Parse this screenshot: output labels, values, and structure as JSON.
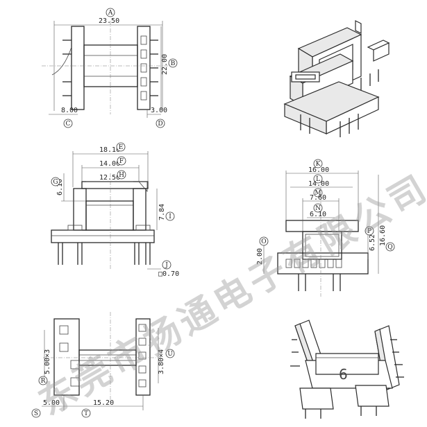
{
  "dimensions": {
    "A": {
      "letter": "A",
      "value": "23.50"
    },
    "B": {
      "letter": "B",
      "value": "22.00"
    },
    "C": {
      "letter": "C",
      "value": "8.00"
    },
    "D": {
      "letter": "D",
      "value": "3.00"
    },
    "E": {
      "letter": "E",
      "value": "18.10"
    },
    "F": {
      "letter": "F",
      "value": "14.00"
    },
    "G": {
      "letter": "G",
      "value": "6.10"
    },
    "H": {
      "letter": "H",
      "value": "12.50"
    },
    "I": {
      "letter": "I",
      "value": "7.84"
    },
    "J": {
      "letter": "J",
      "value": "□0.70"
    },
    "K": {
      "letter": "K",
      "value": "16.00"
    },
    "L": {
      "letter": "L",
      "value": "14.00"
    },
    "M": {
      "letter": "M",
      "value": "7.60"
    },
    "N": {
      "letter": "N",
      "value": "6.10"
    },
    "O": {
      "letter": "O",
      "value": "2.00"
    },
    "P": {
      "letter": "P",
      "value": "6.52"
    },
    "Q": {
      "letter": "Q",
      "value": "16.60"
    },
    "R": {
      "letter": "R",
      "value": "5.00×3"
    },
    "S": {
      "letter": "S",
      "value": "5.00"
    },
    "T": {
      "letter": "T",
      "value": "15.20"
    },
    "U": {
      "letter": "U",
      "value": "3.80×4"
    }
  },
  "watermark": "东莞市扬通电子有限公司",
  "view_number": "6",
  "colors": {
    "line": "#2a2a2a",
    "watermark": "#969696",
    "background": "#ffffff"
  }
}
